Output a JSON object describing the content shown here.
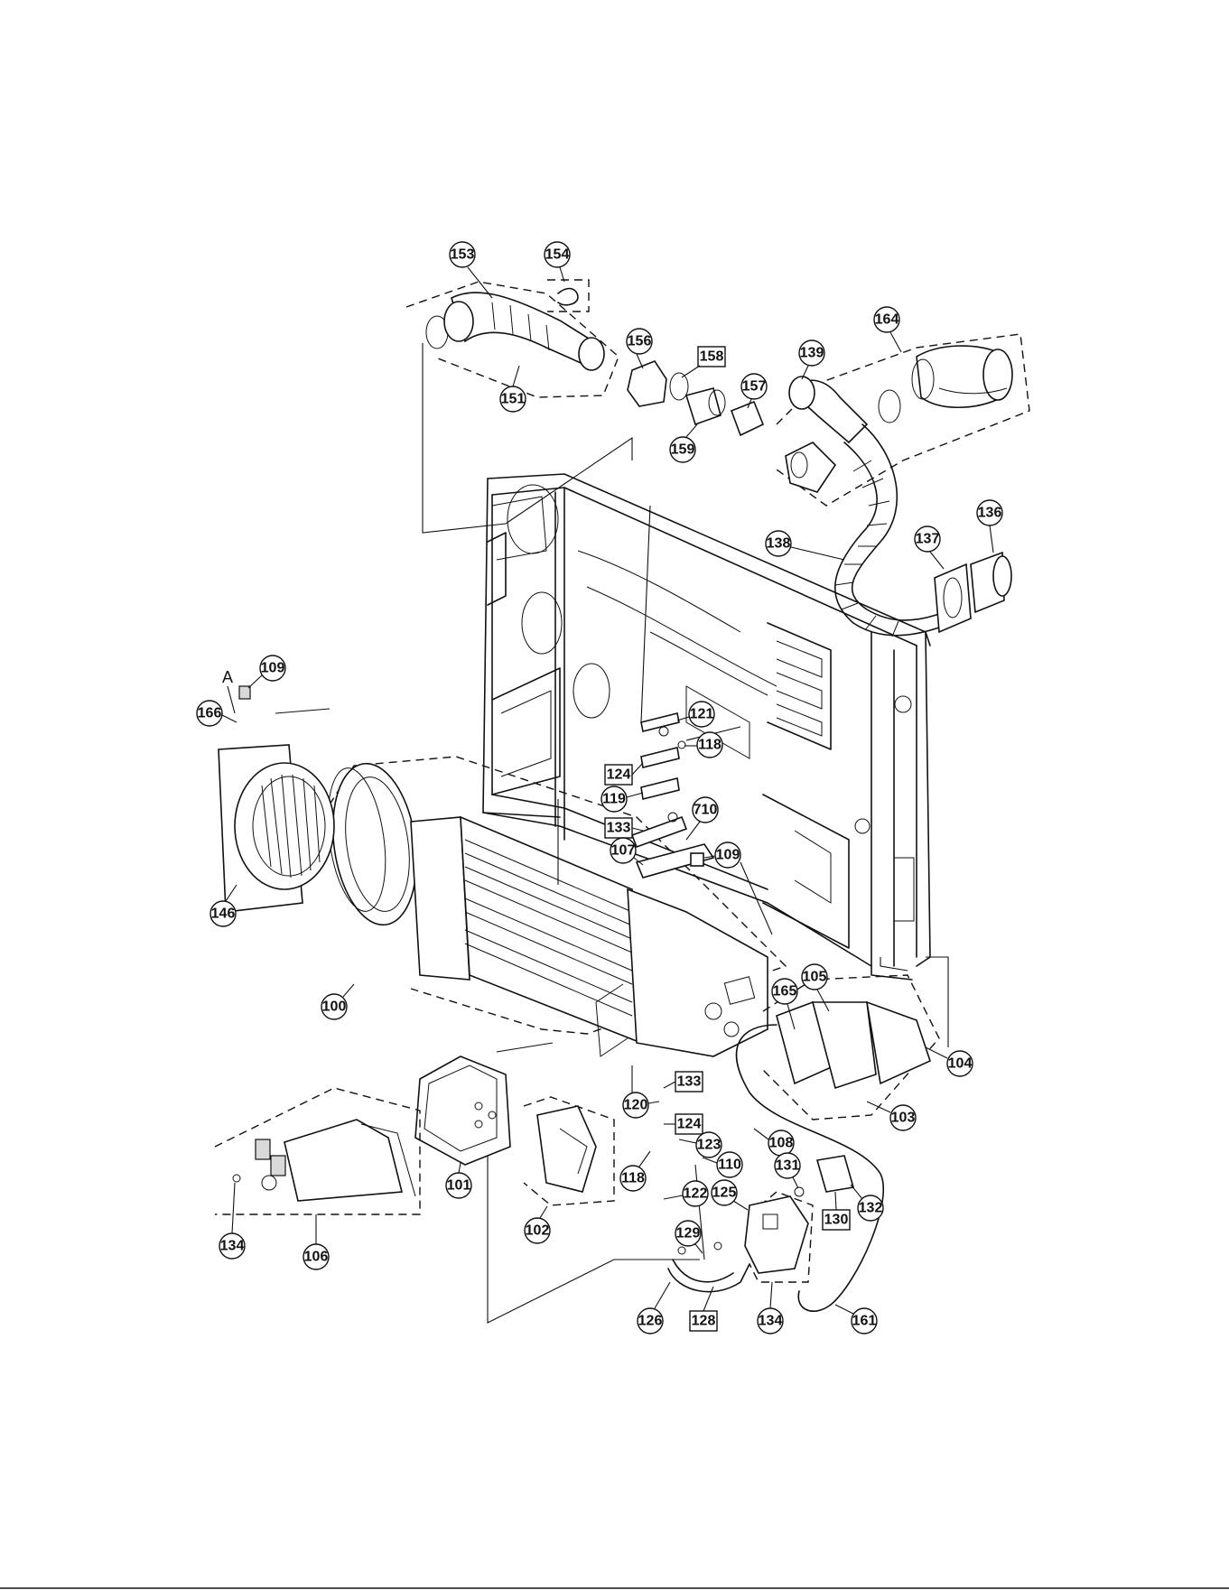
{
  "callouts": [
    {
      "label": "153",
      "shape": "circle"
    },
    {
      "label": "154",
      "shape": "circle"
    },
    {
      "label": "151",
      "shape": "circle"
    },
    {
      "label": "156",
      "shape": "circle"
    },
    {
      "label": "158",
      "shape": "box"
    },
    {
      "label": "157",
      "shape": "circle"
    },
    {
      "label": "159",
      "shape": "circle"
    },
    {
      "label": "164",
      "shape": "circle"
    },
    {
      "label": "139",
      "shape": "circle"
    },
    {
      "label": "136",
      "shape": "circle"
    },
    {
      "label": "137",
      "shape": "circle"
    },
    {
      "label": "138",
      "shape": "circle"
    },
    {
      "label": "109",
      "shape": "circle"
    },
    {
      "label": "166",
      "shape": "circle"
    },
    {
      "label": "146",
      "shape": "circle"
    },
    {
      "label": "121",
      "shape": "circle"
    },
    {
      "label": "118",
      "shape": "circle"
    },
    {
      "label": "124",
      "shape": "box"
    },
    {
      "label": "119",
      "shape": "circle"
    },
    {
      "label": "133",
      "shape": "box"
    },
    {
      "label": "710",
      "shape": "circle"
    },
    {
      "label": "107",
      "shape": "circle"
    },
    {
      "label": "109",
      "shape": "circle"
    },
    {
      "label": "100",
      "shape": "circle"
    },
    {
      "label": "165",
      "shape": "circle"
    },
    {
      "label": "105",
      "shape": "circle"
    },
    {
      "label": "104",
      "shape": "circle"
    },
    {
      "label": "103",
      "shape": "circle"
    },
    {
      "label": "133",
      "shape": "box"
    },
    {
      "label": "120",
      "shape": "circle"
    },
    {
      "label": "124",
      "shape": "box"
    },
    {
      "label": "123",
      "shape": "circle"
    },
    {
      "label": "110",
      "shape": "circle"
    },
    {
      "label": "108",
      "shape": "circle"
    },
    {
      "label": "118",
      "shape": "circle"
    },
    {
      "label": "122",
      "shape": "circle"
    },
    {
      "label": "101",
      "shape": "circle"
    },
    {
      "label": "102",
      "shape": "circle"
    },
    {
      "label": "125",
      "shape": "circle"
    },
    {
      "label": "131",
      "shape": "circle"
    },
    {
      "label": "130",
      "shape": "box"
    },
    {
      "label": "132",
      "shape": "circle"
    },
    {
      "label": "129",
      "shape": "circle"
    },
    {
      "label": "126",
      "shape": "circle"
    },
    {
      "label": "128",
      "shape": "box"
    },
    {
      "label": "134",
      "shape": "circle"
    },
    {
      "label": "161",
      "shape": "circle"
    },
    {
      "label": "134",
      "shape": "circle"
    },
    {
      "label": "106",
      "shape": "circle"
    }
  ],
  "view_marker": "A"
}
